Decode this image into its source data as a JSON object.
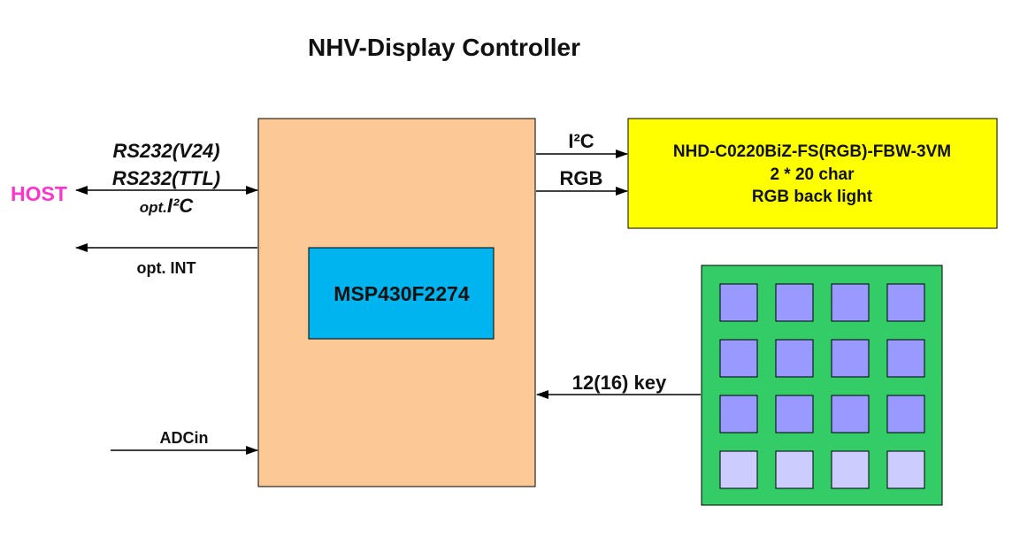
{
  "title": "NHV-Display Controller",
  "colors": {
    "controller_fill": "#fcc896",
    "mcu_fill": "#00b4f0",
    "lcd_fill": "#ffff00",
    "keypad_fill": "#33cc66",
    "key_active": "#9999ff",
    "key_light": "#ccccff",
    "host": "#ff33cc",
    "line": "#000000"
  },
  "host": {
    "label": "HOST"
  },
  "left_interface": {
    "line1": "RS232(V24)",
    "line2": "RS232(TTL)",
    "line3_prefix": "opt.",
    "line3_main": "I²C"
  },
  "int_label": "opt. INT",
  "adc_label": "ADCin",
  "mcu": {
    "label": "MSP430F2274"
  },
  "right_interface": {
    "i2c": "I²C",
    "rgb": "RGB"
  },
  "lcd": {
    "line1": "NHD-C0220BiZ-FS(RGB)-FBW-3VM",
    "line2": "2 * 20 char",
    "line3": "RGB back light"
  },
  "keypad": {
    "label": "12(16) key",
    "rows": [
      [
        "active",
        "active",
        "active",
        "active"
      ],
      [
        "active",
        "active",
        "active",
        "active"
      ],
      [
        "active",
        "active",
        "active",
        "active"
      ],
      [
        "light",
        "light",
        "light",
        "light"
      ]
    ]
  }
}
